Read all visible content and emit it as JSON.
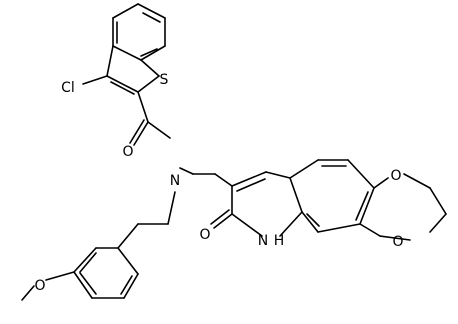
{
  "atoms": {
    "cl": "Cl",
    "s": "S",
    "o_amide": "O",
    "n_amide": "N",
    "o_lactam": "O",
    "nh": "N",
    "h": "H",
    "o_ring1": "O",
    "o_ring2": "O",
    "o_methoxy": "O"
  }
}
